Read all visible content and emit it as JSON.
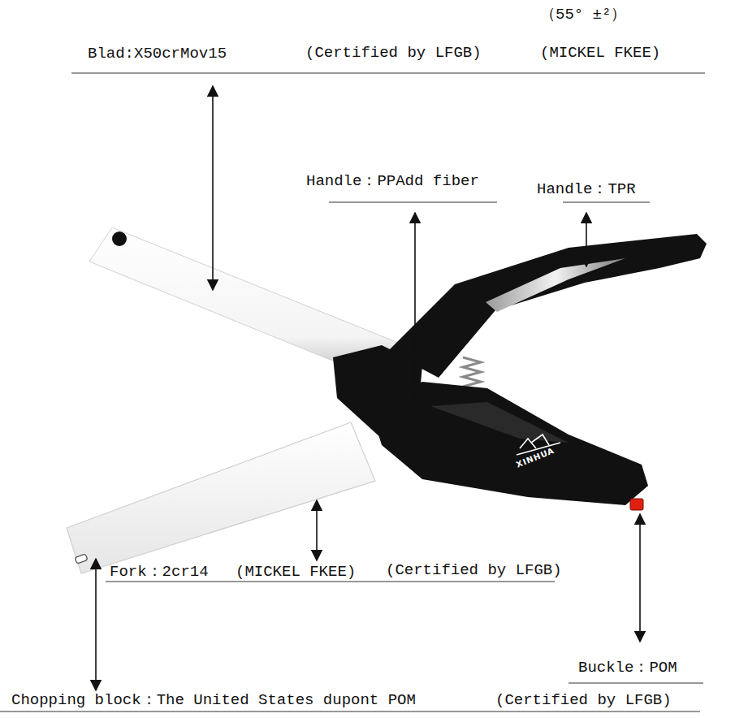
{
  "diagram": {
    "labels": [
      "（55° ±²）",
      "Blad:X50crMov15",
      "(Certified by LFGB)",
      "(MICKEL FKEE)",
      "Handle：PPAdd fiber",
      "Handle：TPR",
      "XINHUA",
      "Fork：2cr14",
      "(MICKEL FKEE)",
      "(Certified by LFGB)",
      "Buckle：POM",
      "Chopping block：The United States dupont POM",
      "(Certified by LFGB)"
    ]
  }
}
